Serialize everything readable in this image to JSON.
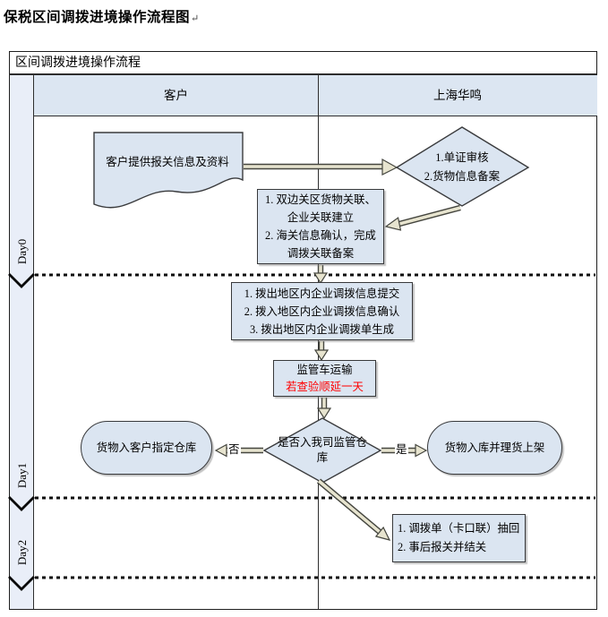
{
  "page": {
    "title": "保税区间调拨进境操作流程图",
    "paragraph_mark": "↵"
  },
  "frame": {
    "title": "区间调拨进境操作流程",
    "columns": [
      "客户",
      "上海华鸣"
    ],
    "day_labels": [
      "Day0",
      "Day1",
      "Day2"
    ]
  },
  "flow": {
    "customer_doc": "客户提供报关信息及资料",
    "review": [
      "1.单证审核",
      "2.货物信息备案"
    ],
    "association": [
      "1. 双边关区货物关联、",
      "企业关联建立",
      "2. 海关信息确认，完成",
      "调拨关联备案"
    ],
    "transfer_steps": [
      "1. 拨出地区内企业调拨信息提交",
      "2. 拨入地区内企业调拨信息确认",
      "3. 拨出地区内企业调拨单生成"
    ],
    "transport": {
      "main": "监管车运输",
      "note": "若查验顺延一天"
    },
    "decision": "是否入我司监管仓库",
    "decision_no": "否",
    "decision_yes": "是",
    "customer_warehouse": "货物入客户指定仓库",
    "company_warehouse": "货物入库并理货上架",
    "closing": [
      "1. 调拨单（卡口联）抽回",
      "2. 事后报关并结关"
    ]
  },
  "colors": {
    "shape_fill": "#dbe5f1",
    "header_fill": "#dce6f2",
    "sidebar_fill": "#e9eef8",
    "arrow_fill": "#e7e4cf",
    "alert_text": "#ff0000",
    "border": "#2e2e2e"
  }
}
